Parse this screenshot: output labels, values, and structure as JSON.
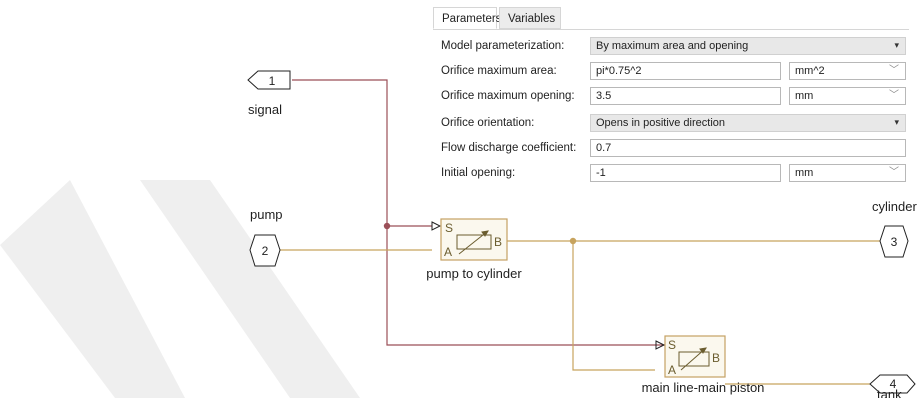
{
  "panel": {
    "tabs": [
      {
        "label": "Parameters",
        "active": true
      },
      {
        "label": "Variables",
        "active": false
      }
    ],
    "rows": [
      {
        "label": "Model parameterization:",
        "value": "By maximum area and opening"
      },
      {
        "label": "Orifice maximum area:",
        "value": "pi*0.75^2",
        "unit": "mm^2"
      },
      {
        "label": "Orifice maximum opening:",
        "value": "3.5",
        "unit": "mm"
      },
      {
        "label": "Orifice orientation:",
        "value": "Opens in positive direction"
      },
      {
        "label": "Flow discharge coefficient:",
        "value": "0.7"
      },
      {
        "label": "Initial opening:",
        "value": "-1",
        "unit": "mm"
      }
    ]
  },
  "ports": {
    "signal": {
      "number": "1",
      "label": "signal"
    },
    "pump": {
      "number": "2",
      "label": "pump"
    },
    "cylinder": {
      "number": "3",
      "label": "cylinder"
    },
    "tank": {
      "number": "4",
      "label": "tank"
    }
  },
  "blocks": {
    "pump_to_cylinder": {
      "label": "pump to cylinder",
      "port_s": "S",
      "port_a": "A",
      "port_b": "B"
    },
    "main_line_main_piston": {
      "label": "main line-main piston",
      "port_s": "S",
      "port_a": "A",
      "port_b": "B"
    }
  },
  "colors": {
    "signal_line": "#9b4f58",
    "hydraulic_line": "#c7a35d",
    "block_border": "#c4a163",
    "block_fill": "#fbf8ee",
    "watermark": "#efefef",
    "port_border": "#222222"
  },
  "icons": {
    "valve": "variable-orifice-icon",
    "watermark": "diagonal-watermark-stripes"
  }
}
